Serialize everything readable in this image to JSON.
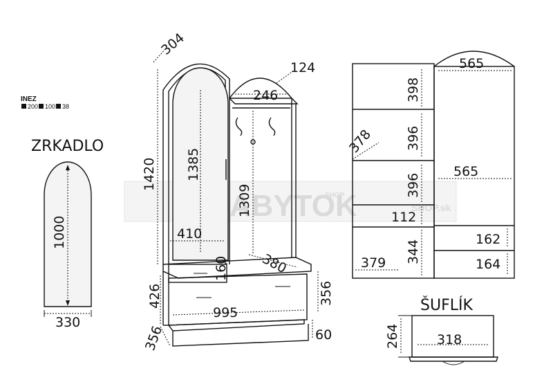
{
  "product": {
    "name": "INEZ",
    "dims": [
      "200",
      "100",
      "38"
    ]
  },
  "mirror_panel": {
    "title": "ZRKADLO",
    "height": "1000",
    "width": "330"
  },
  "main_view": {
    "depth_top": "304",
    "shelf_depth": "124",
    "shelf_width": "246",
    "cabinet_height": "1420",
    "mirror_height": "1385",
    "hanger_height": "1309",
    "door_width": "410",
    "drawer_height": "160",
    "bench_depth": "380",
    "base_height": "426",
    "bench_width": "995",
    "bench_height": "356",
    "plinth_depth": "356",
    "plinth_height": "60"
  },
  "side_view": {
    "shelf1": "398",
    "depth": "378",
    "shelf2": "396",
    "shelf3": "396",
    "shelf4": "112",
    "shelf5": "344",
    "bottom_width": "379",
    "top_width": "565",
    "inner_width": "565",
    "drawer1": "162",
    "drawer2": "164"
  },
  "drawer_panel": {
    "title": "ŠUFLÍK",
    "height": "264",
    "width": "318"
  },
  "watermark": {
    "main": "NABYTOK",
    "shop": "SHOP",
    "domain": "SHOP.sk"
  }
}
